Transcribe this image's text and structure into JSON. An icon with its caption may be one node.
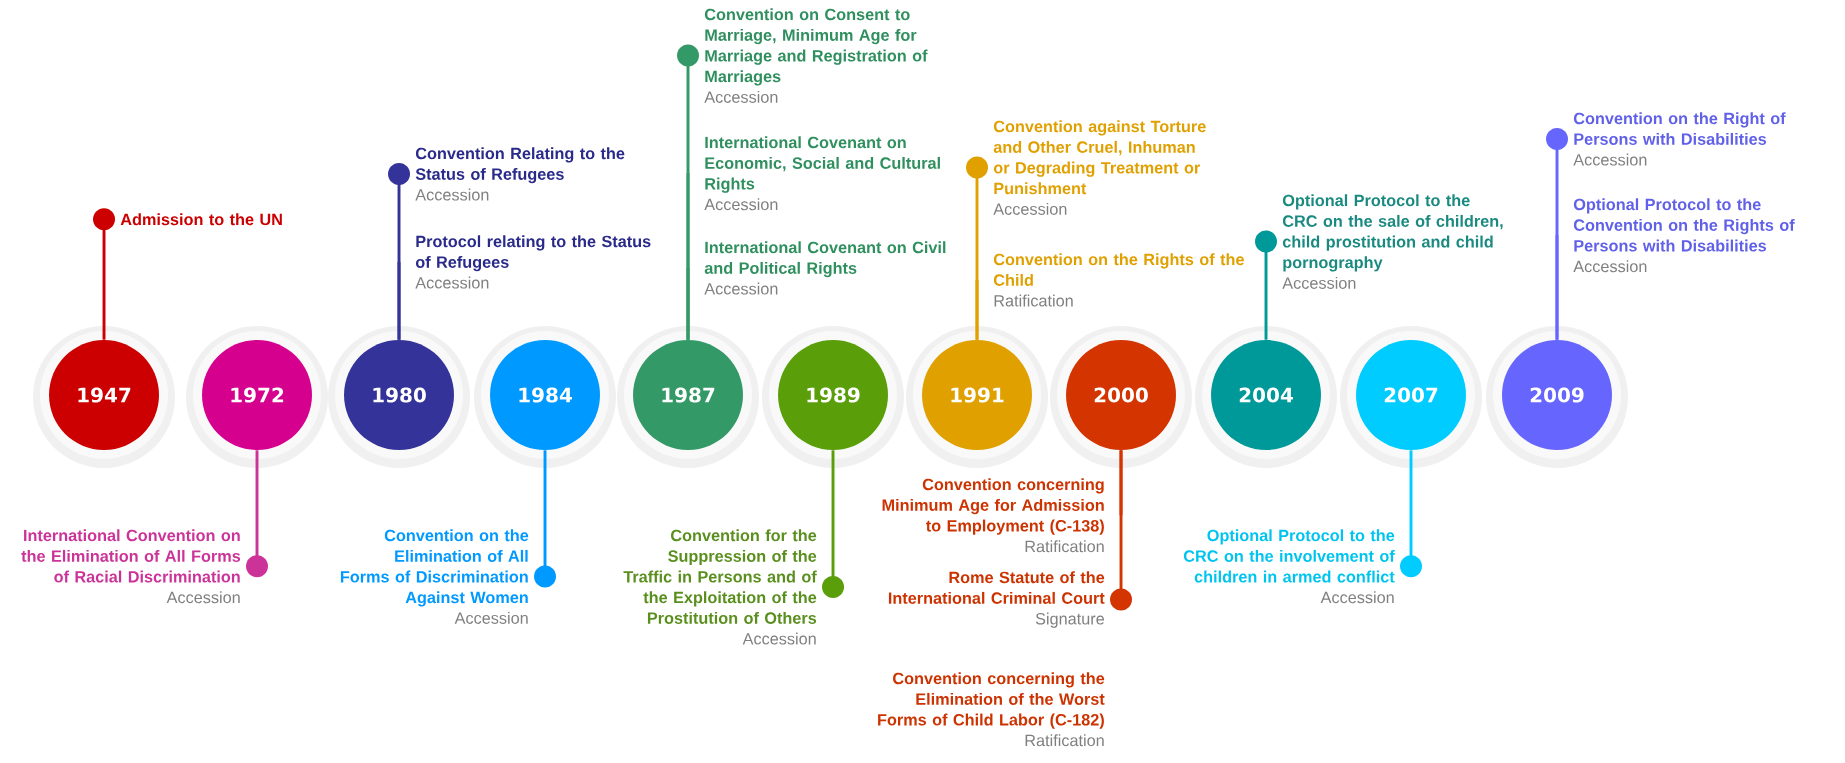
{
  "diagram": {
    "nodes": [
      {
        "text": [
          "1947"
        ]
      },
      {
        "text": [
          "1972"
        ]
      },
      {
        "text": [
          "1980"
        ]
      },
      {
        "text": [
          "1984"
        ]
      },
      {
        "text": [
          "1987"
        ]
      },
      {
        "text": [
          "1989"
        ]
      },
      {
        "text": [
          "1991"
        ]
      },
      {
        "text": [
          "2000"
        ]
      },
      {
        "text": [
          "2004"
        ]
      },
      {
        "text": [
          "2007"
        ]
      },
      {
        "text": [
          "2009"
        ]
      },
      {
        "text": [
          "Admission to the UN"
        ]
      },
      {
        "text": [
          "International Convention on the Elimination of All Forms of Racial Discrimination",
          "Accession"
        ]
      },
      {
        "text": [
          "Convention Relating to the Status of Refugees",
          "Accession"
        ]
      },
      {
        "text": [
          "Protocol relating to the Status of Refugees",
          "Accession"
        ]
      },
      {
        "text": [
          "Convention on the Elimination of All Forms of Discrimination Against Women",
          "Accession"
        ]
      },
      {
        "text": [
          "Convention on Consent to Marriage, Minimum Age for Marriage and Registration of Marriages",
          "Accession"
        ]
      },
      {
        "text": [
          "International Covenant on Economic, Social and Cultural Rights",
          "Accession"
        ]
      },
      {
        "text": [
          "International Covenant on Civil and Political Rights",
          "Accession"
        ]
      },
      {
        "text": [
          "Convention for the Suppression of the Traffic in Persons and of the Exploitation of the Prostitution of Others",
          "Accession"
        ]
      },
      {
        "text": [
          "Convention against Torture and Other Cruel, Inhuman or Degrading Treatment or Punishment",
          "Accession"
        ]
      },
      {
        "text": [
          "Convention on the Rights of the Child",
          "Ratification"
        ]
      },
      {
        "text": [
          "Convention concerning Minimum Age for Admission to Employment (C-138)",
          "Ratification"
        ]
      },
      {
        "text": [
          "Rome Statute of the International Criminal Court",
          "Signature"
        ]
      },
      {
        "text": [
          "Convention concerning the Elimination of the Worst Forms of Child Labor (C-182)",
          "Ratification"
        ]
      },
      {
        "text": [
          "Optional Protocol to the CRC on the sale of children, child prostitution and child pornography",
          "Accession"
        ]
      },
      {
        "text": [
          "Optional Protocol to the CRC on the involvement of children in armed conflict",
          "Accession"
        ]
      },
      {
        "text": [
          "Convention on the Right of Persons with Disabilities",
          "Accession"
        ]
      },
      {
        "text": [
          "Optional Protocol to the Convention on the Rights of Persons with Disabilities",
          "Accession"
        ]
      }
    ],
    "edges": [
      {
        "from": 0,
        "to": 11,
        "arrow": "other",
        "color": "#cc0000"
      },
      {
        "from": 1,
        "to": 12,
        "arrow": "other",
        "color": "#cc3399"
      },
      {
        "from": 2,
        "to": 13,
        "arrow": "other",
        "color": "#333399"
      },
      {
        "from": 2,
        "to": 14,
        "arrow": "none",
        "color": "#333399"
      },
      {
        "from": 3,
        "to": 15,
        "arrow": "other",
        "color": "#0099ff"
      },
      {
        "from": 4,
        "to": 16,
        "arrow": "other",
        "color": "#339966"
      },
      {
        "from": 4,
        "to": 17,
        "arrow": "none",
        "color": "#339966"
      },
      {
        "from": 4,
        "to": 18,
        "arrow": "none",
        "color": "#339966"
      },
      {
        "from": 5,
        "to": 19,
        "arrow": "other",
        "color": "#5a9e0a"
      },
      {
        "from": 6,
        "to": 20,
        "arrow": "other",
        "color": "#e0a000"
      },
      {
        "from": 6,
        "to": 21,
        "arrow": "none",
        "color": "#e0a000"
      },
      {
        "from": 7,
        "to": 22,
        "arrow": "none",
        "color": "#d43500"
      },
      {
        "from": 7,
        "to": 23,
        "arrow": "other",
        "color": "#d43500"
      },
      {
        "from": 8,
        "to": 25,
        "arrow": "other",
        "color": "#009999"
      },
      {
        "from": 9,
        "to": 26,
        "arrow": "other",
        "color": "#00ccff"
      },
      {
        "from": 10,
        "to": 27,
        "arrow": "other",
        "color": "#6666ff"
      },
      {
        "from": 10,
        "to": 28,
        "arrow": "none",
        "color": "#6666ff"
      }
    ]
  }
}
